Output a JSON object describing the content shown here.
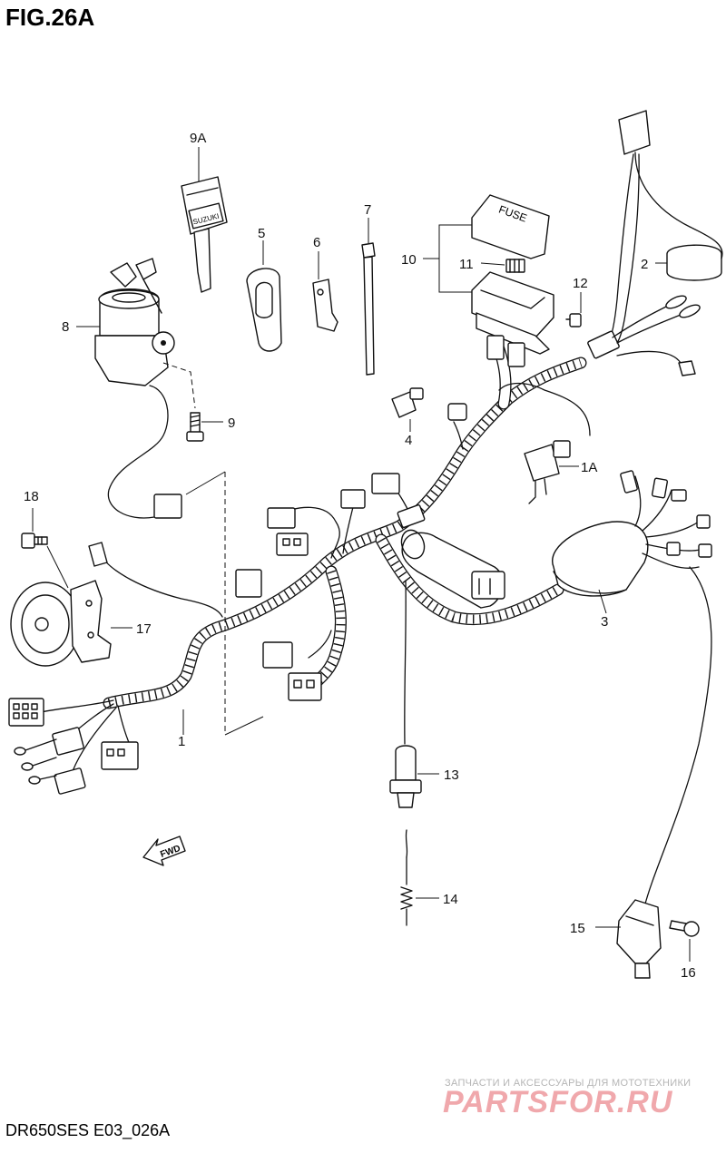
{
  "figure": {
    "title": "FIG.26A",
    "footer_code": "DR650SES E03_026A"
  },
  "watermark": {
    "tagline": "ЗАПЧАСТИ И АКСЕССУАРЫ ДЛЯ МОТОТЕХНИКИ",
    "brand": "PARTSFOR.RU"
  },
  "labels": {
    "fuse_cover_text": "FUSE",
    "key_text": "SUZUKI",
    "fwd_arrow_text": "FWD"
  },
  "callouts": [
    {
      "id": "1",
      "text": "1"
    },
    {
      "id": "1A",
      "text": "1A"
    },
    {
      "id": "2",
      "text": "2"
    },
    {
      "id": "3",
      "text": "3"
    },
    {
      "id": "4",
      "text": "4"
    },
    {
      "id": "5",
      "text": "5"
    },
    {
      "id": "6",
      "text": "6"
    },
    {
      "id": "7",
      "text": "7"
    },
    {
      "id": "8",
      "text": "8"
    },
    {
      "id": "9",
      "text": "9"
    },
    {
      "id": "9A",
      "text": "9A"
    },
    {
      "id": "10",
      "text": "10"
    },
    {
      "id": "11",
      "text": "11"
    },
    {
      "id": "12",
      "text": "12"
    },
    {
      "id": "13",
      "text": "13"
    },
    {
      "id": "14",
      "text": "14"
    },
    {
      "id": "15",
      "text": "15"
    },
    {
      "id": "16",
      "text": "16"
    },
    {
      "id": "17",
      "text": "17"
    },
    {
      "id": "18",
      "text": "18"
    }
  ]
}
